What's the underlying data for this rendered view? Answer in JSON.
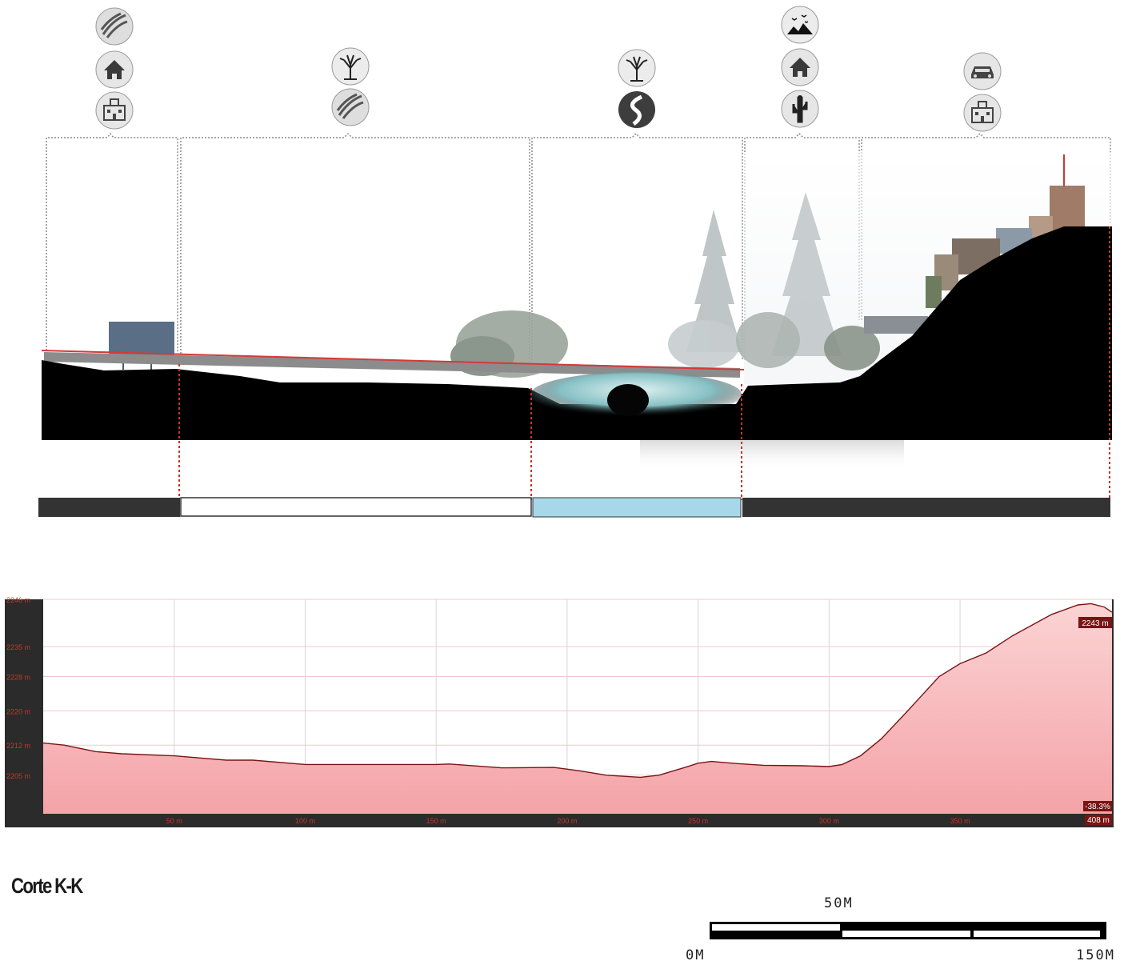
{
  "title": "Corte K-K",
  "icons": [
    [
      "field-icon",
      "house-icon",
      "building-icon"
    ],
    [
      "tree-icon",
      "field-icon"
    ],
    [
      "tree-icon",
      "river-icon"
    ],
    [
      "birds-icon",
      "house-icon",
      "cactus-icon"
    ],
    [
      "car-icon",
      "building-icon"
    ]
  ],
  "zones": [
    {
      "name": "built-zone",
      "color": "#333333"
    },
    {
      "name": "agricultural-zone",
      "color": "#ffffff"
    },
    {
      "name": "river-zone",
      "color": "#a6d8ea"
    },
    {
      "name": "urban-zone",
      "color": "#333333"
    }
  ],
  "chart_data": {
    "type": "area",
    "xlabel": "",
    "ylabel": "",
    "ylim": [
      2196,
      2246
    ],
    "xlim": [
      0,
      408
    ],
    "x_ticks": [
      "50 m",
      "100 m",
      "150 m",
      "200 m",
      "250 m",
      "300 m",
      "350 m"
    ],
    "x_tick_values": [
      50,
      100,
      150,
      200,
      250,
      300,
      350
    ],
    "y_ticks": [
      "2246 m",
      "2235 m",
      "2228 m",
      "2220 m",
      "2212 m",
      "2205 m"
    ],
    "y_tick_values": [
      2246,
      2235,
      2228,
      2220,
      2212,
      2205
    ],
    "series": [
      {
        "x": [
          0,
          8,
          20,
          30,
          50,
          70,
          80,
          100,
          150,
          155,
          175,
          195,
          205,
          215,
          228,
          235,
          245,
          250,
          255,
          265,
          275,
          290,
          300,
          305,
          312,
          320,
          330,
          342,
          350,
          360,
          370,
          385,
          395,
          400,
          405,
          408
        ],
        "values": [
          2212.5,
          2212,
          2210.5,
          2210,
          2209.5,
          2208.5,
          2208.5,
          2207.5,
          2207.5,
          2207.6,
          2206.7,
          2206.8,
          2206,
          2205,
          2204.5,
          2205,
          2206.8,
          2207.8,
          2208.2,
          2207.7,
          2207.3,
          2207.2,
          2207,
          2207.5,
          2209.5,
          2213.5,
          2220,
          2228,
          2231,
          2233.5,
          2237.5,
          2242.5,
          2244.7,
          2245,
          2244.2,
          2243
        ]
      }
    ],
    "end_elevation_label": "2243 m",
    "grade_label": "-38.3%",
    "distance_label": "408 m"
  },
  "scale_bar": {
    "top_label": "50M",
    "left_label": "0M",
    "right_label": "150M"
  }
}
